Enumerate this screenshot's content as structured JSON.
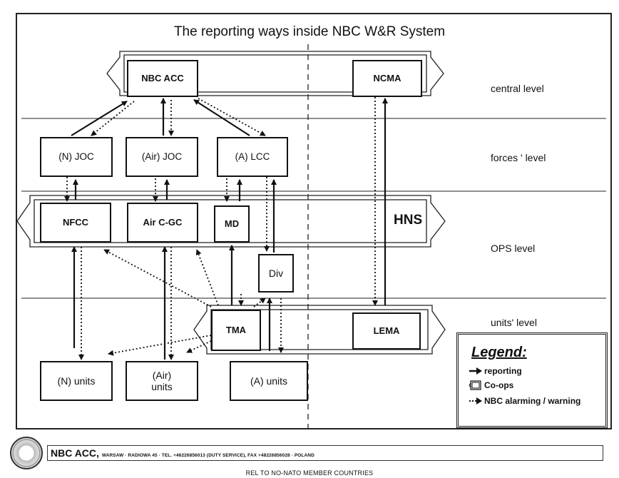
{
  "title": "The reporting ways inside NBC W&R System",
  "boxes": {
    "nbc_acc": "NBC ACC",
    "ncma": "NCMA",
    "n_joc": "(N) JOC",
    "air_joc": "(Air) JOC",
    "a_lcc": "(A) LCC",
    "nfcc": "NFCC",
    "air_cgc": "Air C-GC",
    "md": "MD",
    "div": "Div",
    "tma": "TMA",
    "lema": "LEMA",
    "n_units": "(N) units",
    "air_units": "(Air)\nunits",
    "a_units": "(A) units"
  },
  "hns": "HNS",
  "levels": {
    "central": "central level",
    "forces": "forces ' level",
    "ops": "OPS level",
    "units": "units' level"
  },
  "legend": {
    "title": "Legend:",
    "reporting": "reporting",
    "coops": "Co-ops",
    "alarming": "NBC alarming / warning"
  },
  "footer": {
    "org": "NBC ACC,",
    "details": "WARSAW · RADIOWA 45 · TEL. +46226856013 (DUTY SERVICE), FAX +48226856028 · POLAND"
  },
  "release": "REL TO NO-NATO MEMBER COUNTRIES"
}
